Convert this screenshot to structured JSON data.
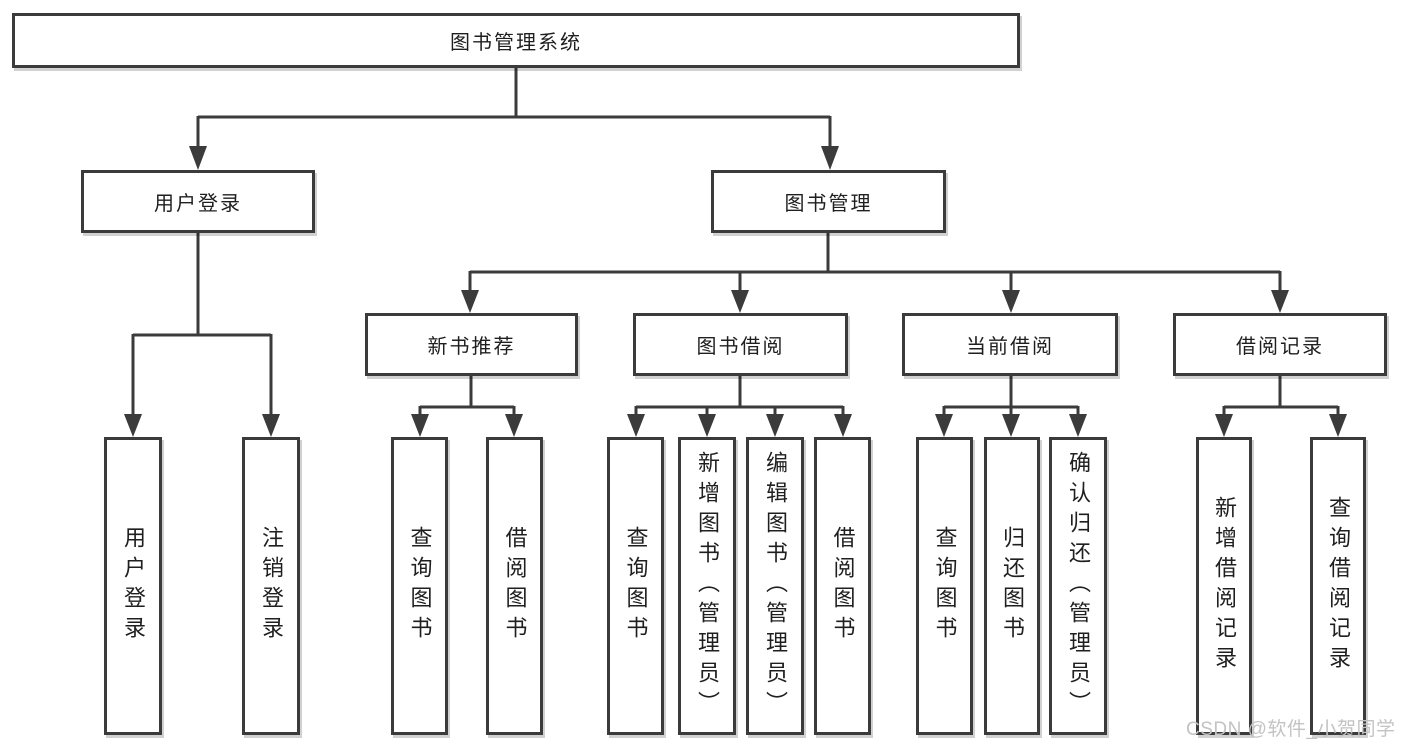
{
  "diagram": {
    "title": "图书管理系统",
    "root": "图书管理系统",
    "level2": [
      "用户登录",
      "图书管理"
    ],
    "level3": [
      "新书推荐",
      "图书借阅",
      "当前借阅",
      "借阅记录"
    ],
    "leaves": [
      "用户登录",
      "注销登录",
      "查询图书",
      "借阅图书",
      "查询图书",
      "新增图书（管理员）",
      "编辑图书（管理员）",
      "借阅图书",
      "查询图书",
      "归还图书",
      "确认归还（管理员）",
      "新增借阅记录",
      "查询借阅记录"
    ]
  },
  "colors": {
    "line": "#3b3b3b",
    "box_border": "#3b3b3b",
    "box_fill": "#ffffff",
    "text": "#1f1f1f",
    "watermark": "#c3c3c3",
    "background": "#ffffff"
  },
  "watermark": "CSDN @软件_小贺同学"
}
